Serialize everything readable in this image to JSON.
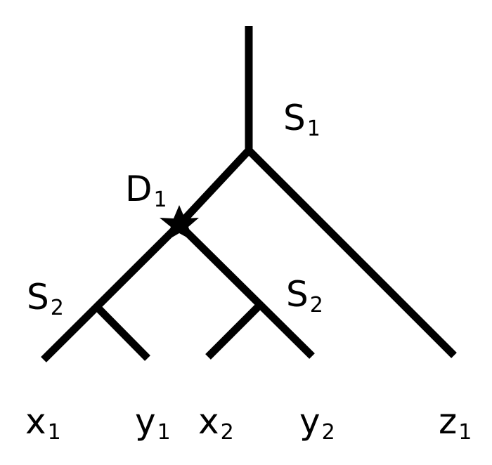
{
  "diagram": {
    "type": "gene-tree-reconciliation",
    "stroke_color": "#000000",
    "background": "#ffffff",
    "event_labels": {
      "root_speciation": {
        "base": "S",
        "sub": "1"
      },
      "duplication": {
        "base": "D",
        "sub": "1"
      },
      "left_speciation": {
        "base": "S",
        "sub": "2"
      },
      "right_speciation": {
        "base": "S",
        "sub": "2"
      }
    },
    "leaves": [
      {
        "base": "x",
        "sub": "1"
      },
      {
        "base": "y",
        "sub": "1"
      },
      {
        "base": "x",
        "sub": "2"
      },
      {
        "base": "y",
        "sub": "2"
      },
      {
        "base": "z",
        "sub": "1"
      }
    ],
    "markers": [
      {
        "type": "star",
        "event": "duplication"
      }
    ]
  }
}
